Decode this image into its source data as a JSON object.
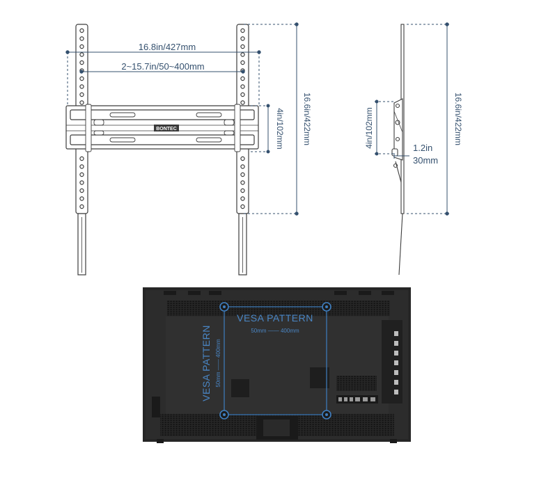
{
  "colors": {
    "dimension_line": "#34506e",
    "bracket_outline": "#3c3c3c",
    "tv_body": "#252525",
    "vesa_accent": "#3f7fc1"
  },
  "front_view": {
    "bracket_brand": "BONTEC",
    "width_label": "16.8in/427mm",
    "vesa_range_label": "2~15.7in/50~400mm",
    "height_label": "16.6in/422mm",
    "rail_spacing_label": "4in/102mm"
  },
  "side_view": {
    "height_label": "16.6in/422mm",
    "rail_spacing_label": "4in/102mm",
    "depth_in": "1.2in",
    "depth_mm": "30mm"
  },
  "tv_back": {
    "vesa_title_horizontal": "VESA PATTERN",
    "vesa_range_horizontal": "50mm —— 400mm",
    "vesa_title_vertical": "VESA PATTERN",
    "vesa_range_vertical": "50mm —— 400mm"
  }
}
